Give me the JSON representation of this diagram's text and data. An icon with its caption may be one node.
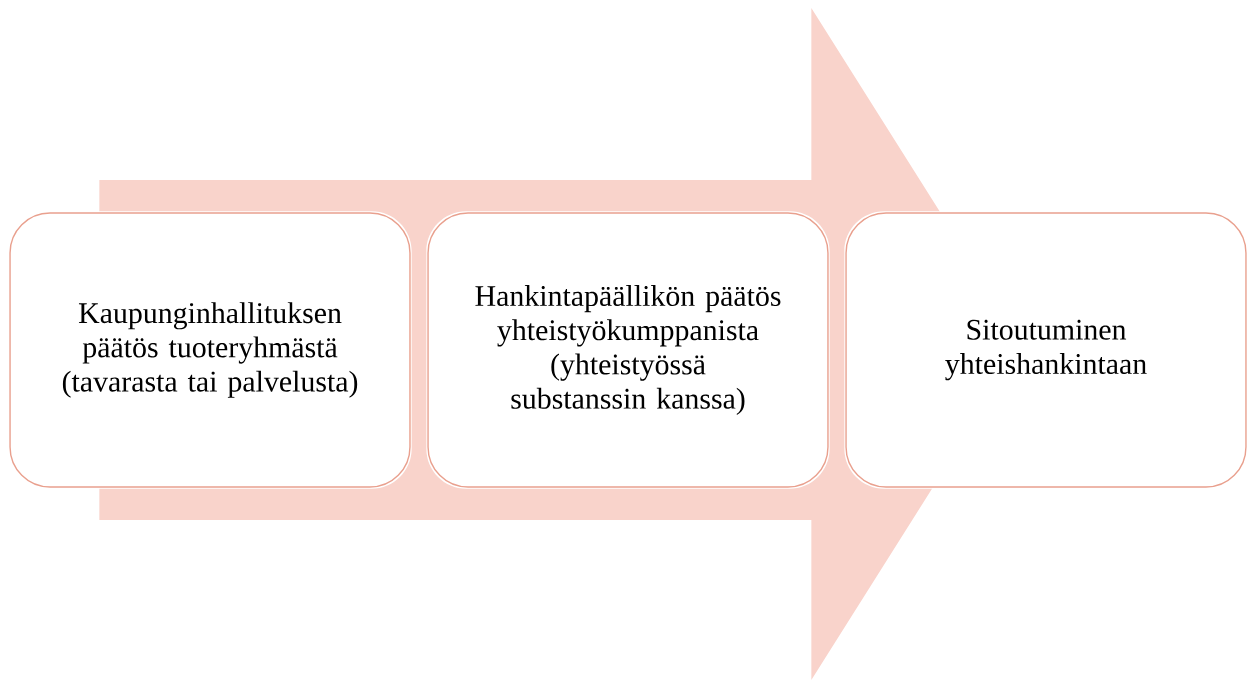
{
  "diagram": {
    "nodes": [
      {
        "text": [
          "Kaupunginhallituksen päätös tuoteryhmästä (tavarasta tai palvelusta)"
        ]
      },
      {
        "text": [
          "Hankintapäällikön päätös yhteistyökumppanista (yhteistyössä substanssin kanssa)"
        ]
      },
      {
        "text": [
          "Sitoutuminen yhteishankintaan"
        ]
      }
    ],
    "edges": [
      {
        "from": 0,
        "to": 2,
        "arrow": "to"
      }
    ]
  }
}
